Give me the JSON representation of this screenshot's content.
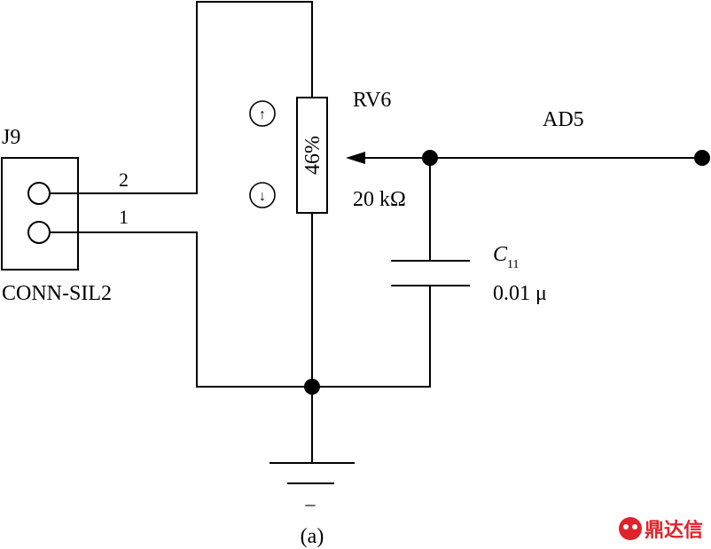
{
  "connector": {
    "ref": "J9",
    "part": "CONN-SIL2",
    "pin2": "2",
    "pin1": "1"
  },
  "potentiometer": {
    "ref": "RV6",
    "setting": "46%",
    "value": "20 kΩ",
    "up_arrow": "↑",
    "down_arrow": "↓"
  },
  "net_label": "AD5",
  "capacitor": {
    "ref_letter": "C",
    "ref_sub": "11",
    "value": "0.01 μ"
  },
  "ground_symbol": "–",
  "caption": "(a)",
  "watermark": {
    "text": "鼎达信",
    "icon": "brand-logo-icon",
    "color": "#e0222b"
  }
}
